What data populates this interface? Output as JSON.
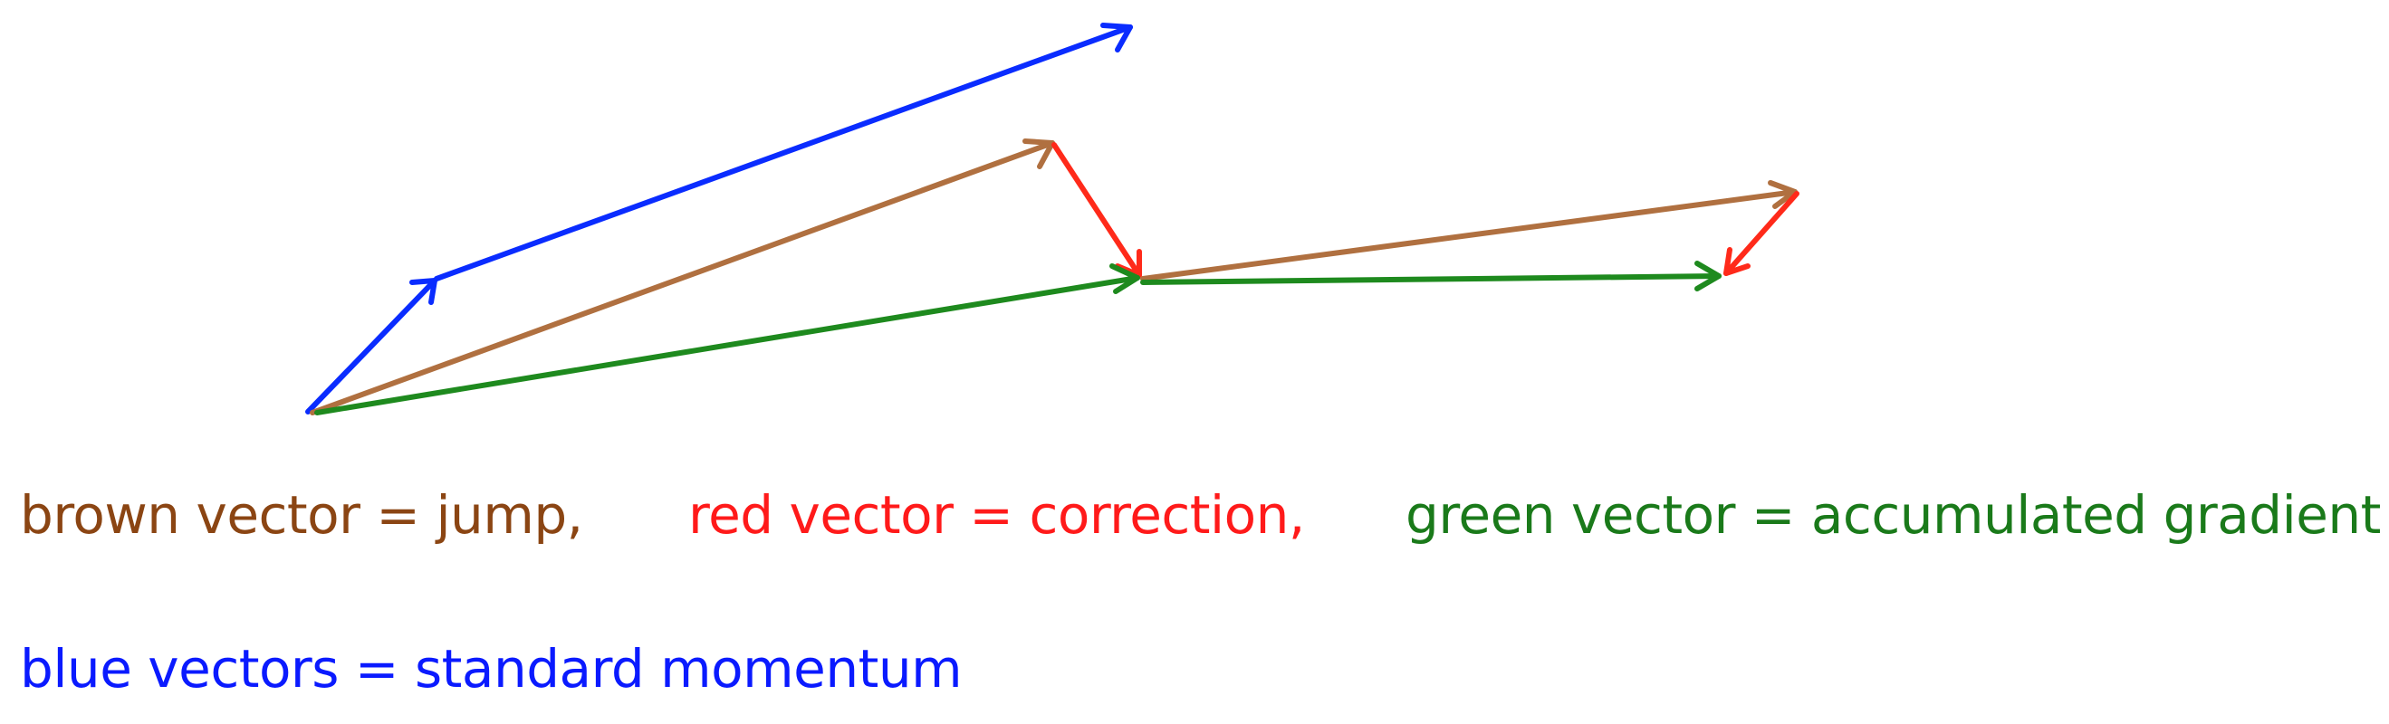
{
  "colors": {
    "brown": "#b07040",
    "red": "#ff2a1a",
    "green": "#1e8a1e",
    "blue": "#0a2cff",
    "brown_text": "#8b4513",
    "red_text": "#ff1a1a",
    "green_text": "#1a7a1a",
    "blue_text": "#0a1aff"
  },
  "legend": {
    "brown": "brown vector = jump,",
    "red": "red vector = correction,",
    "green": "green vector = accumulated gradient",
    "blue": "blue vectors = standard momentum"
  }
}
